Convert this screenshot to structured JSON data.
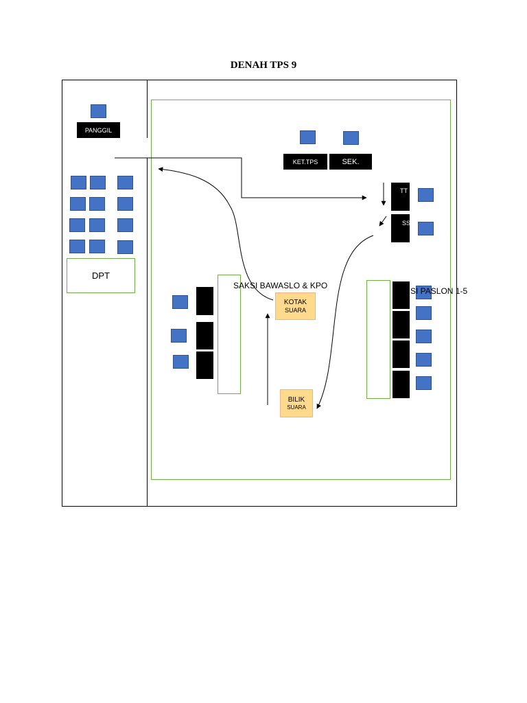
{
  "title": "DENAH TPS 9",
  "labels": {
    "panggil": "PANGGIL",
    "dpt": "DPT",
    "ket_tps": "KET.TPS",
    "sek": "SEK.",
    "ttd": "TT",
    "ss": "SS",
    "saksi_bawaslo": "SAKSI BAWASLO & KPO",
    "saksi_paslon": "SI PASLON 1-5",
    "kotak_line1": "KOTAK",
    "kotak_line2": "SUARA",
    "bilik_line1": "BILIK",
    "bilik_line2": "SUARA"
  },
  "colors": {
    "chair": "#4472c4",
    "green_border": "#70ad47",
    "orange_fill": "#ffd98c",
    "orange_border": "#f4b183"
  }
}
